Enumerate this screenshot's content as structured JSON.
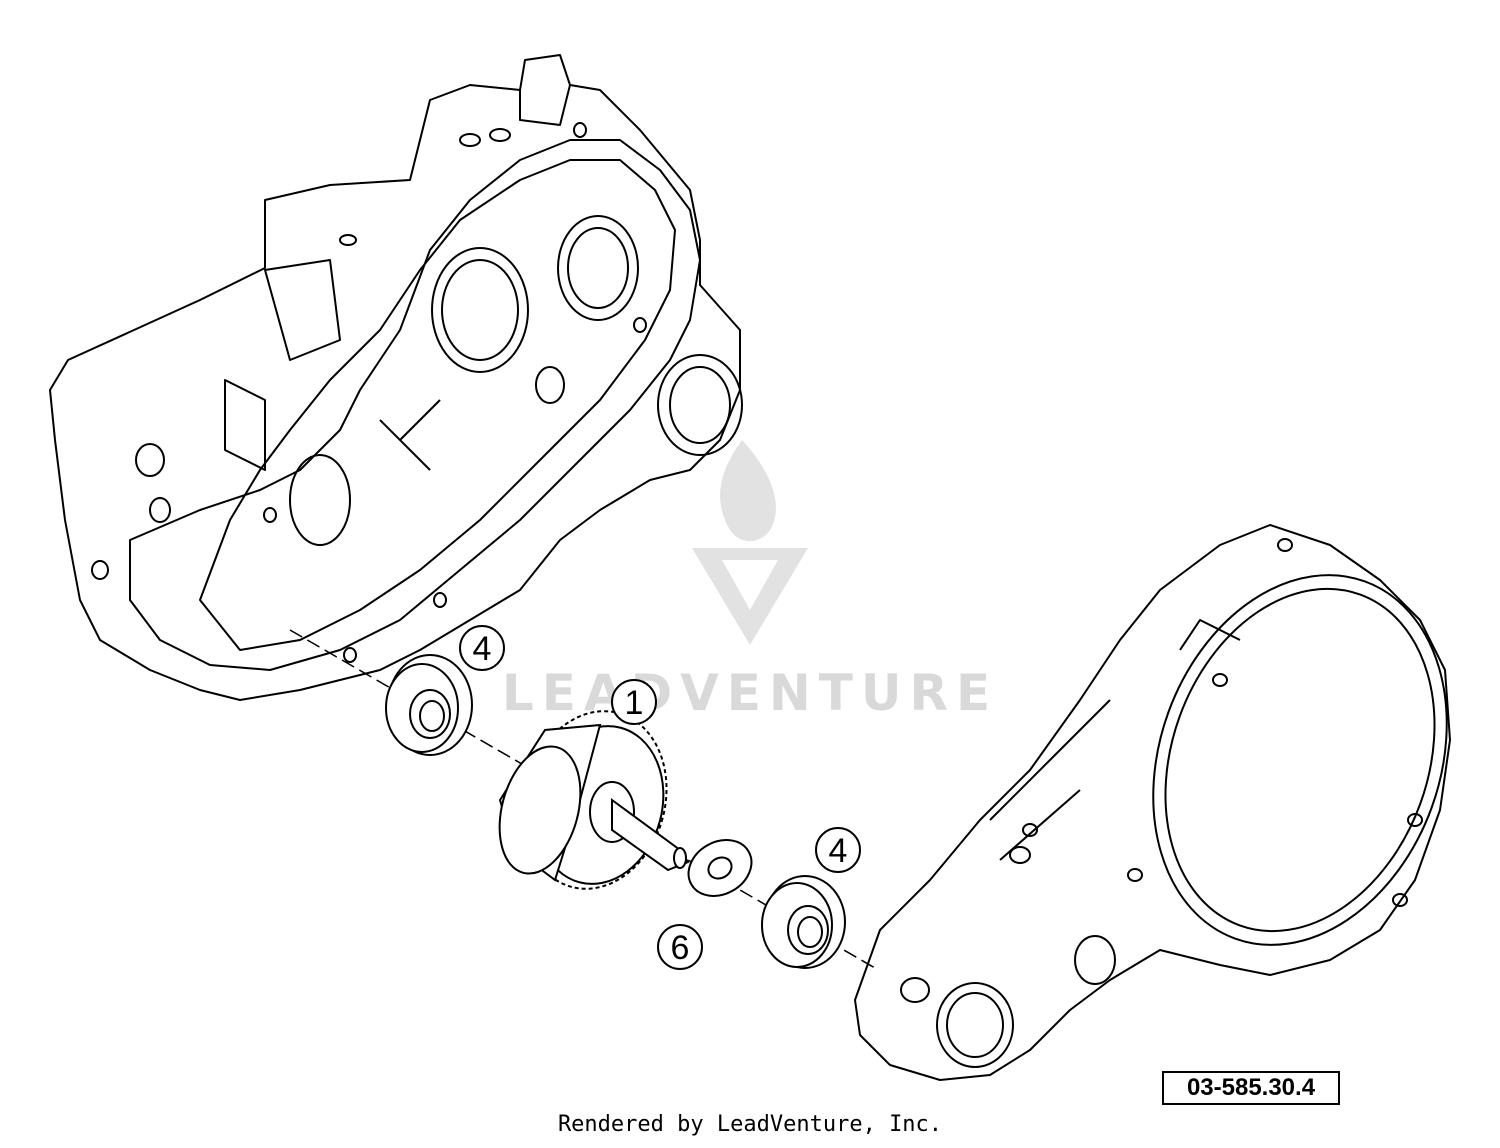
{
  "callouts": {
    "bearing_top": "4",
    "starter_gear": "1",
    "bearing_bottom": "4",
    "washer": "6"
  },
  "watermark": {
    "text": "LEADVENTURE",
    "color": "#d9d9d9"
  },
  "reference_number": "03-585.30.4",
  "footer": "Rendered by LeadVenture, Inc.",
  "colors": {
    "line": "#000000",
    "background": "#ffffff"
  }
}
